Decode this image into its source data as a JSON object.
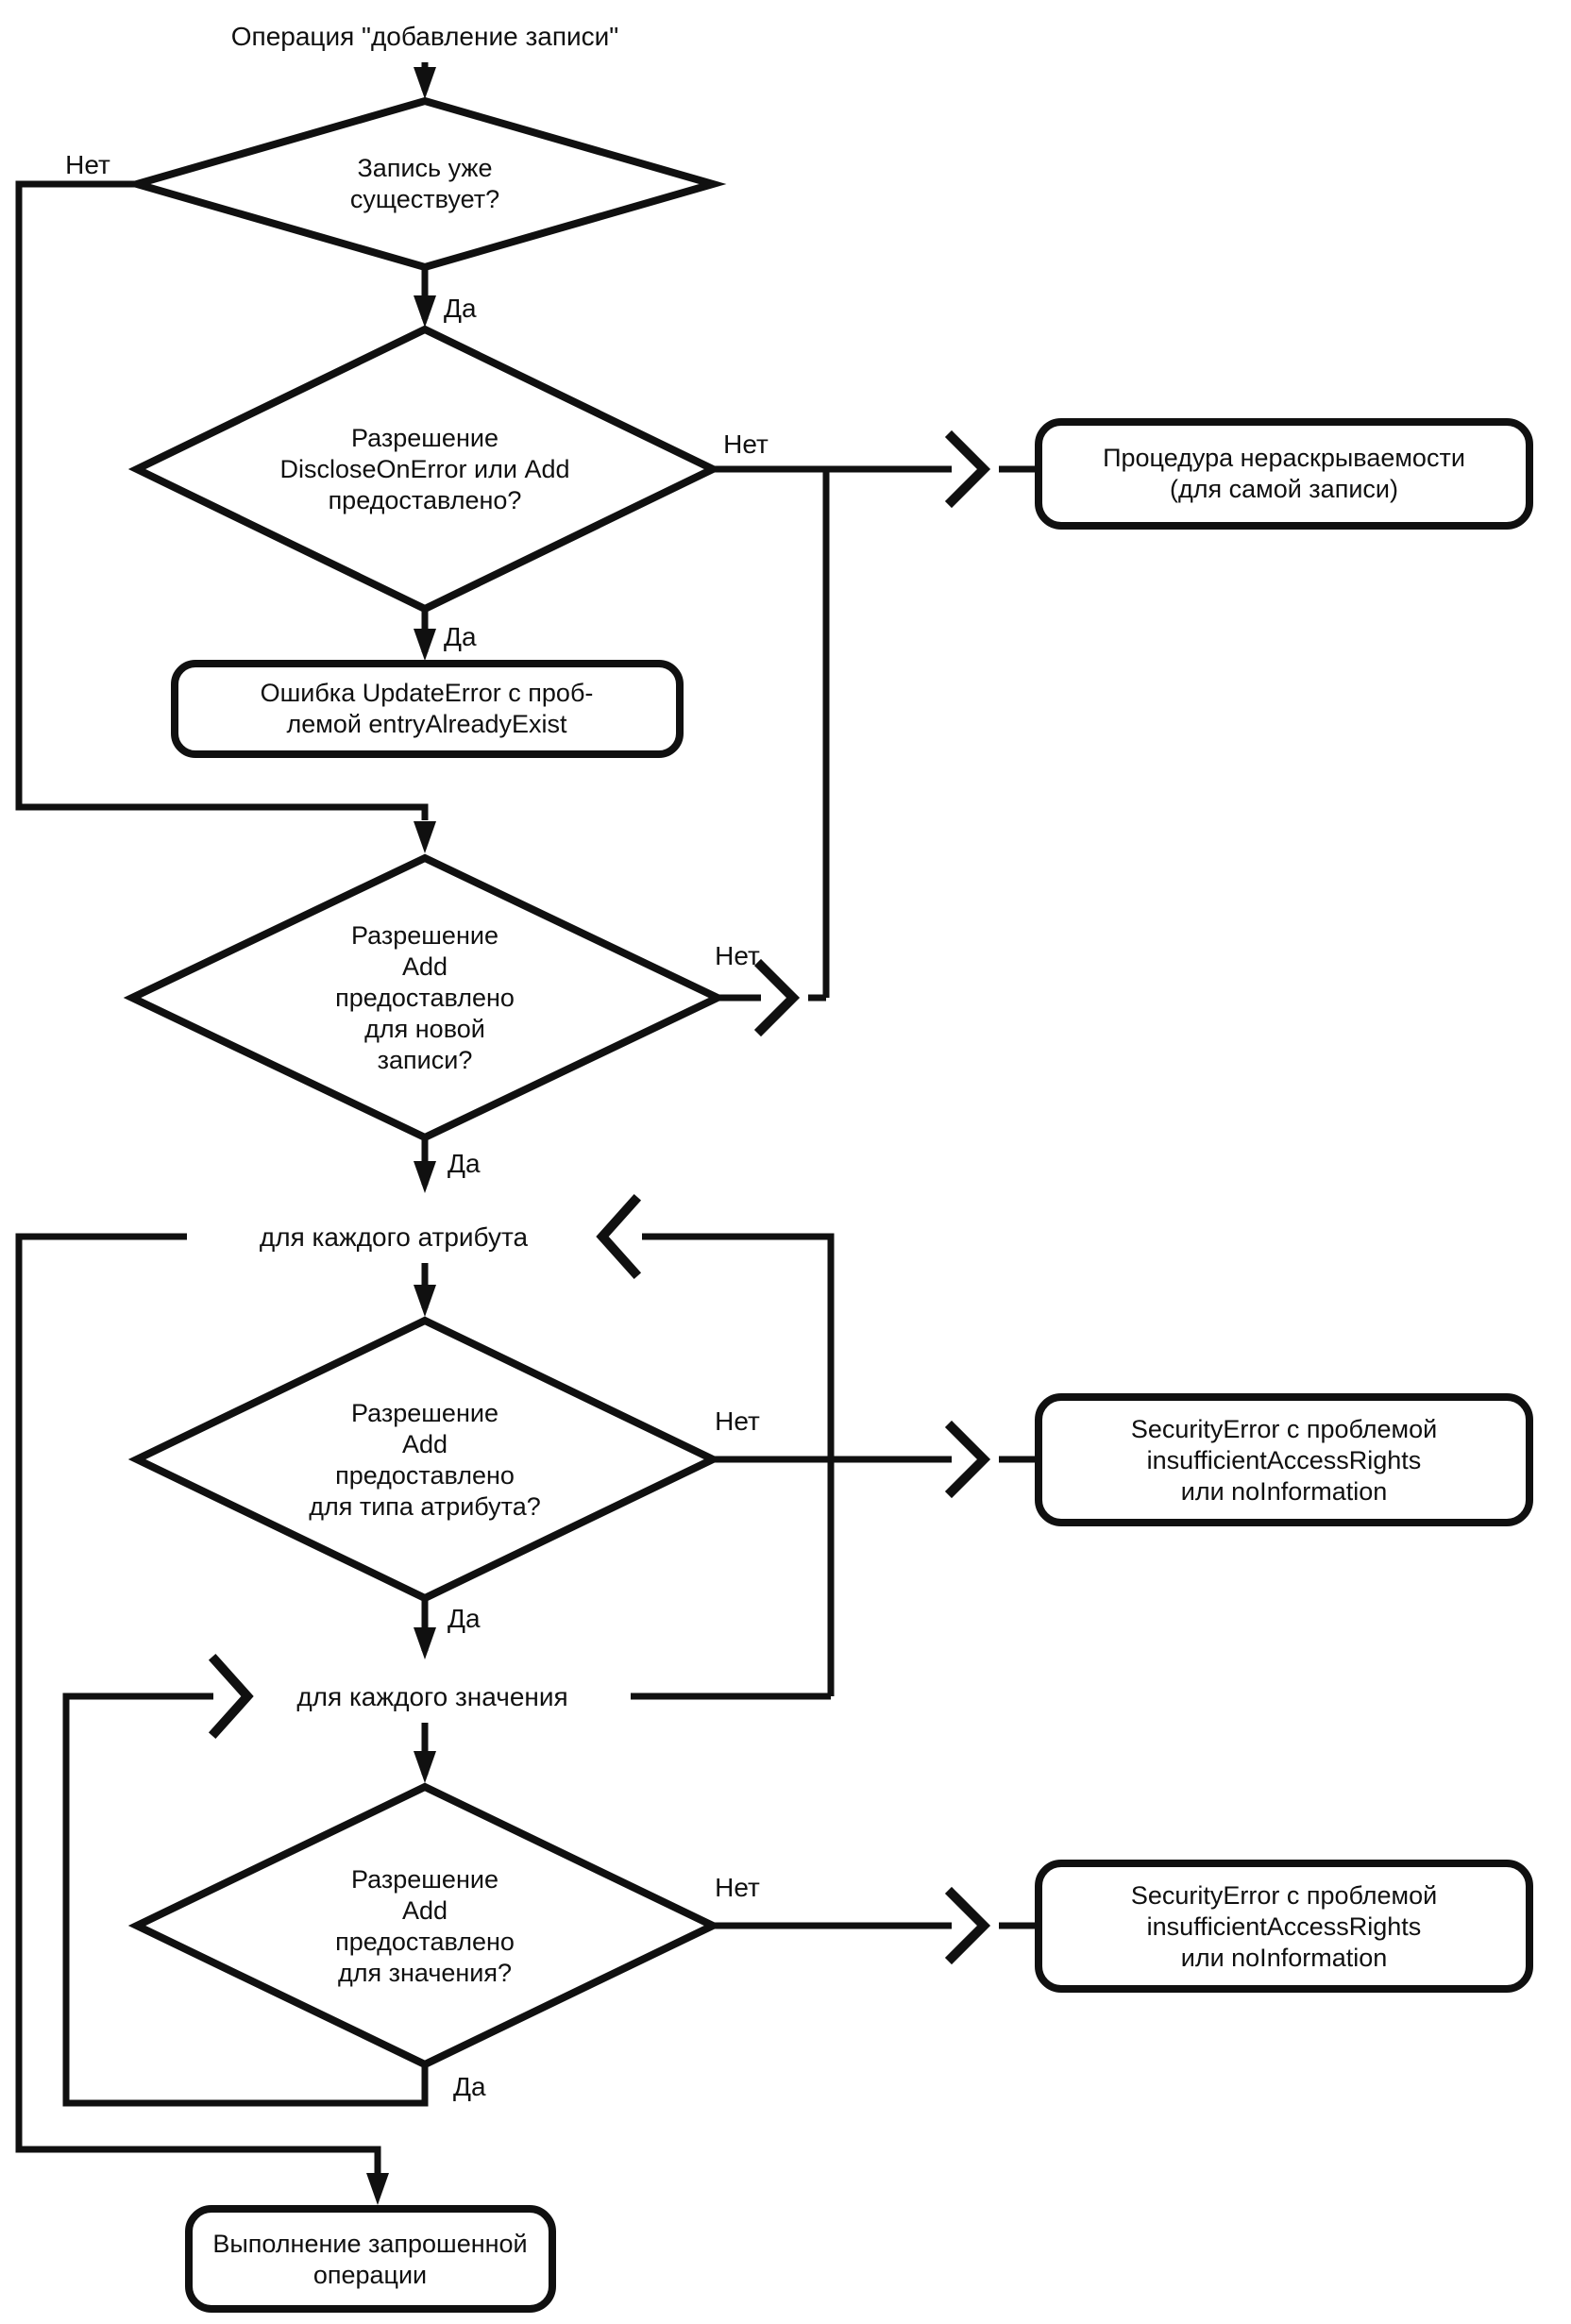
{
  "diagram_type": "flowchart",
  "title": "Операция \"добавление записи\"",
  "labels": {
    "yes": "Да",
    "no": "Нет"
  },
  "loops": {
    "each_attribute": "для каждого атрибута",
    "each_value": "для каждого значения"
  },
  "nodes": {
    "d1": {
      "type": "decision",
      "lines": [
        "Запись уже",
        "существует?"
      ]
    },
    "d2": {
      "type": "decision",
      "lines": [
        "Разрешение",
        "DiscloseOnError или Add",
        "предоставлено?"
      ]
    },
    "d3": {
      "type": "decision",
      "lines": [
        "Разрешение",
        "Add",
        "предоставлено",
        "для новой",
        "записи?"
      ]
    },
    "d4": {
      "type": "decision",
      "lines": [
        "Разрешение",
        "Add",
        "предоставлено",
        "для типа атрибута?"
      ]
    },
    "d5": {
      "type": "decision",
      "lines": [
        "Разрешение",
        "Add",
        "предоставлено",
        "для значения?"
      ]
    },
    "nondisclosure": {
      "type": "process",
      "lines": [
        "Процедура нераскрываемости",
        "(для самой записи)"
      ]
    },
    "update_error": {
      "type": "process",
      "lines": [
        "Ошибка UpdateError с проб-",
        "лемой entryAlreadyExist"
      ]
    },
    "security_error_1": {
      "type": "process",
      "lines": [
        "SecurityError с проблемой",
        "insufficientAccessRights",
        "или noInformation"
      ]
    },
    "security_error_2": {
      "type": "process",
      "lines": [
        "SecurityError с проблемой",
        "insufficientAccessRights",
        "или noInformation"
      ]
    },
    "perform": {
      "type": "process",
      "lines": [
        "Выполнение запрошенной",
        "операции"
      ]
    }
  },
  "colors": {
    "ink": "#101010",
    "background": "#ffffff"
  }
}
